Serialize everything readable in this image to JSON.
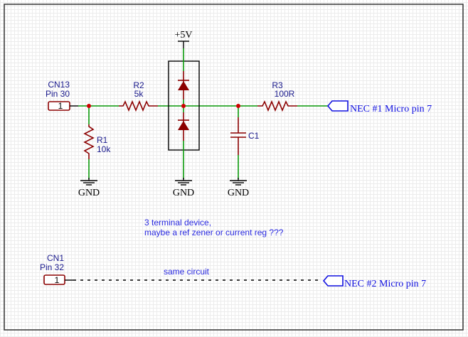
{
  "title_power": "+5V",
  "connectors": [
    {
      "ref": "CN13",
      "pin_label": "Pin 30",
      "pin": "1"
    },
    {
      "ref": "CN1",
      "pin_label": "Pin 32",
      "pin": "1"
    }
  ],
  "resistors": [
    {
      "ref": "R1",
      "value": "10k"
    },
    {
      "ref": "R2",
      "value": "5k"
    },
    {
      "ref": "R3",
      "value": "100R"
    }
  ],
  "capacitor": {
    "ref": "C1"
  },
  "grounds": [
    "GND",
    "GND",
    "GND"
  ],
  "ports": [
    "NEC #1 Micro pin 7",
    "NEC #2 Micro pin 7"
  ],
  "notes": {
    "device_line1": "3 terminal device,",
    "device_line2": "maybe a ref zener or current reg ???",
    "same_circuit": "same circuit"
  },
  "colors": {
    "wire": "#0a9a0a",
    "component": "#8b0000",
    "junction": "#cc0000",
    "port": "#1010e0",
    "label": "#1a1a8c"
  }
}
